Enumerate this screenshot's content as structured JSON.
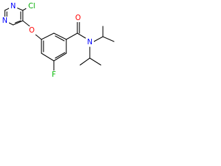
{
  "molecule": {
    "atoms": {
      "n_pyr_top": "N",
      "n_pyr_left": "N",
      "cl": "Cl",
      "o_ether": "O",
      "o_carbonyl": "O",
      "n_amide": "N",
      "f": "F"
    },
    "colors": {
      "bond": "#000000",
      "nitrogen": "#0000ff",
      "oxygen": "#ff0000",
      "chlorine": "#00aa00",
      "fluorine": "#00bb00"
    }
  }
}
